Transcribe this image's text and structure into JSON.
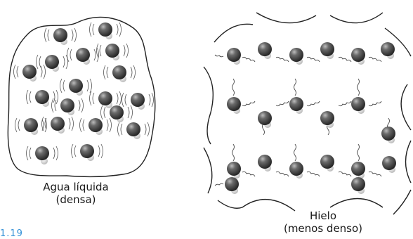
{
  "labels": {
    "liquid_line1": "Agua líquida",
    "liquid_line2": "(densa)",
    "ice_line1": "Hielo",
    "ice_line2": "(menos denso)",
    "partial_text": "1.19"
  },
  "colors": {
    "molecule_dark": "#3a3a3a",
    "molecule_light": "#d8d8d8",
    "outline": "#222222",
    "label_partial": "#2f8fd6"
  }
}
